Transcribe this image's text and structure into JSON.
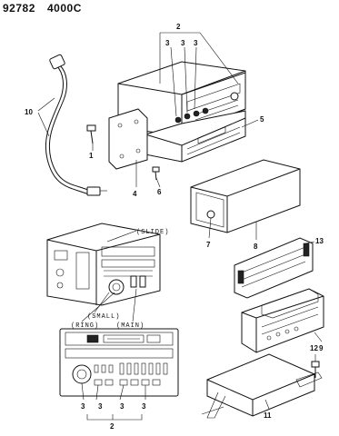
{
  "header": {
    "part_number": "92782",
    "sheet_code": "4000C"
  },
  "callouts": {
    "c1": "1",
    "c2": "2",
    "c3a": "3",
    "c3b": "3",
    "c3c": "3",
    "c4": "4",
    "c5": "5",
    "c6": "6",
    "c7": "7",
    "c8": "8",
    "c9": "9",
    "c10": "10",
    "c11": "11",
    "c12": "12",
    "c13": "13",
    "c2b": "2",
    "c3d": "3",
    "c3e": "3",
    "c3f": "3",
    "c3g": "3"
  },
  "knob_labels": {
    "slide": "(SLIDE)",
    "small": "(SMALL)",
    "ring": "(RING)",
    "main": "(MAIN)"
  }
}
